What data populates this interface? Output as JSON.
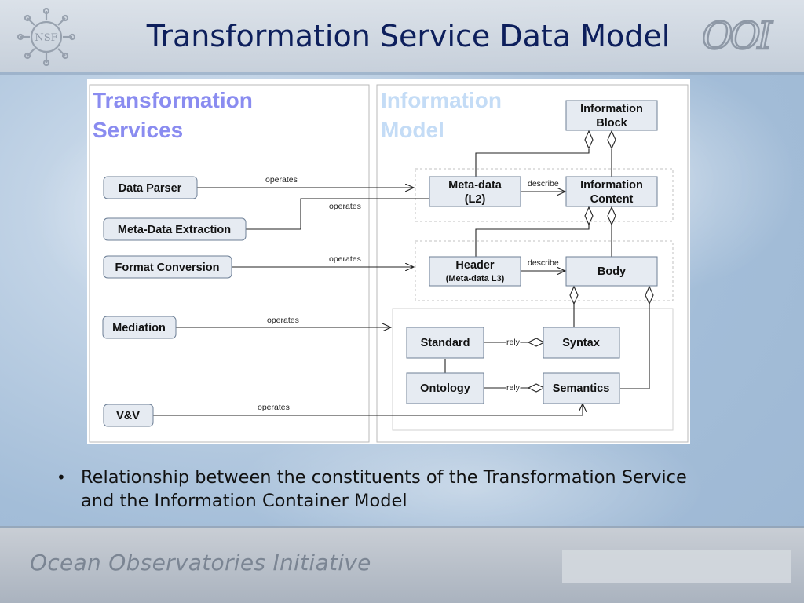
{
  "slide": {
    "title": "Transformation Service Data Model",
    "bullet": "Relationship between the constituents of the Transformation Service and the Information Container Model",
    "footer": "Ocean Observatories Initiative",
    "nsf_logo_text": "NSF",
    "ooi_logo_text": "OOI"
  },
  "diagram": {
    "left_panel_title": [
      "Transformation",
      "Services"
    ],
    "right_panel_title": [
      "Information",
      "Model"
    ],
    "services": {
      "data_parser": "Data Parser",
      "meta_data_extraction": "Meta-Data Extraction",
      "format_conversion": "Format Conversion",
      "mediation": "Mediation",
      "vv": "V&V"
    },
    "model": {
      "information_block": [
        "Information",
        "Block"
      ],
      "meta_data": [
        "Meta-data",
        "(L2)"
      ],
      "information_content": [
        "Information",
        "Content"
      ],
      "header": [
        "Header",
        "(Meta-data L3)"
      ],
      "body": "Body",
      "standard": "Standard",
      "syntax": "Syntax",
      "ontology": "Ontology",
      "semantics": "Semantics"
    },
    "edge_labels": {
      "operates": "operates",
      "describe": "describe",
      "rely": "rely"
    },
    "colors": {
      "left_title": "#8a8cf0",
      "right_title": "#c4dcf6",
      "node_fill": "#e6ebf2",
      "node_stroke": "#6d7f96"
    }
  }
}
